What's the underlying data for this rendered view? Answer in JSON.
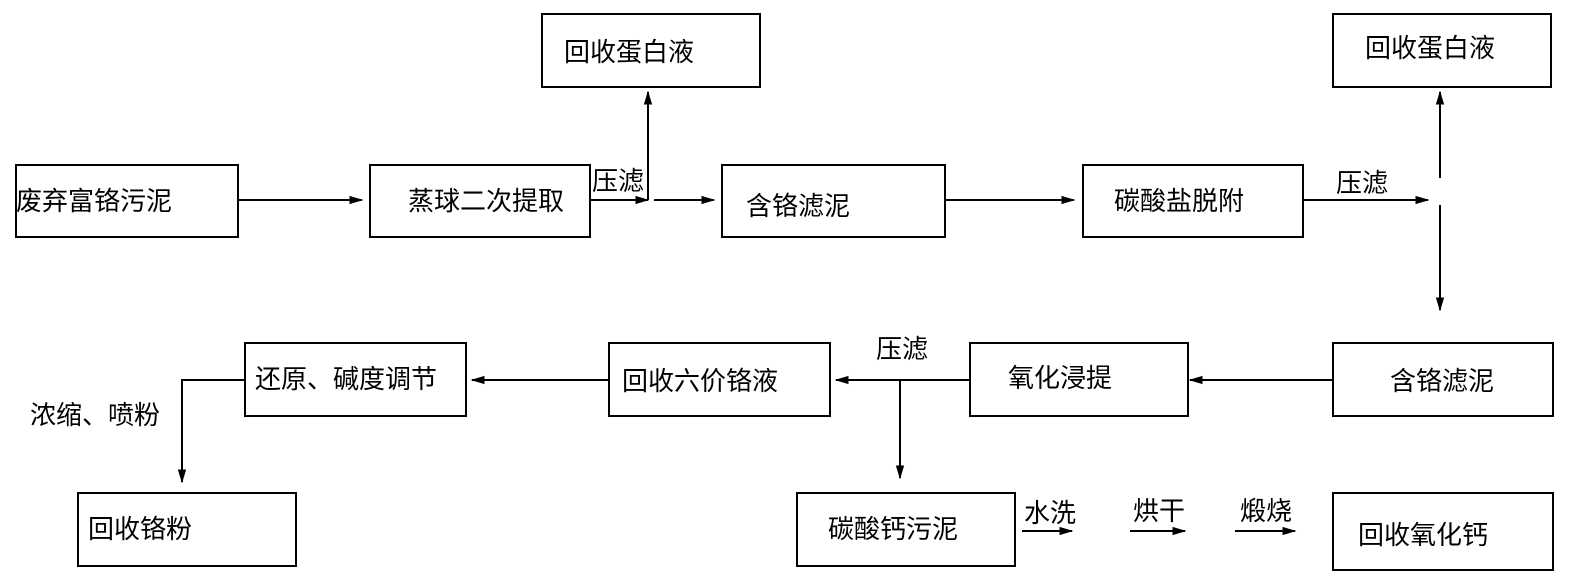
{
  "nodes": {
    "waste_sludge": "废弃富铬污泥",
    "secondary_extract": "蒸球二次提取",
    "protein_top_left": "回收蛋白液",
    "chrome_cake_1": "含铬滤泥",
    "carbonate_desorb": "碳酸盐脱附",
    "protein_top_right": "回收蛋白液",
    "chrome_cake_2": "含铬滤泥",
    "oxidative_leach": "氧化浸提",
    "hexavalent_liquor": "回收六价铬液",
    "reduce_adjust": "还原、碱度调节",
    "chrome_powder": "回收铬粉",
    "calcium_sludge": "碳酸钙污泥",
    "calcium_oxide": "回收氧化钙"
  },
  "labels": {
    "press_filter_1": "压滤",
    "press_filter_2": "压滤",
    "press_filter_3": "压滤",
    "concentrate_spray": "浓缩、喷粉",
    "water_wash": "水洗",
    "drying": "烘干",
    "calcining": "煅烧"
  },
  "colors": {
    "stroke": "#000000",
    "background": "#ffffff"
  }
}
